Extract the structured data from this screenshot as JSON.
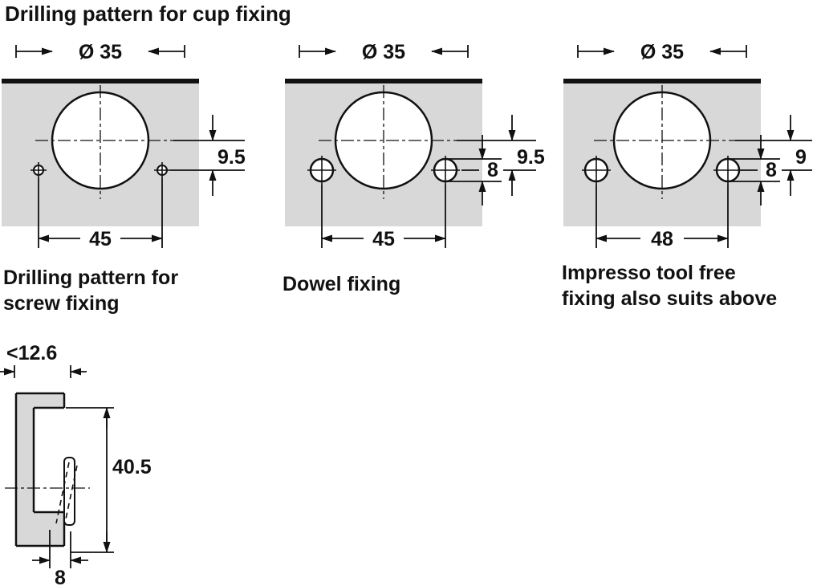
{
  "page": {
    "title": "Drilling pattern for cup fixing"
  },
  "diagrams": [
    {
      "id": "screw-fixing",
      "cup_diameter_label": "Ø 35",
      "spacing_label": "45",
      "offset_label": "9.5",
      "caption_line1": "Drilling pattern for",
      "caption_line2": "screw fixing"
    },
    {
      "id": "dowel-fixing",
      "cup_diameter_label": "Ø 35",
      "spacing_label": "45",
      "dowel_diameter_label": "8",
      "offset_label": "9.5",
      "caption_line1": "Dowel fixing",
      "caption_line2": ""
    },
    {
      "id": "impresso-fixing",
      "cup_diameter_label": "Ø 35",
      "spacing_label": "48",
      "dowel_diameter_label": "8",
      "offset_label": "9",
      "caption_line1": "Impresso tool free",
      "caption_line2": "fixing also suits above"
    }
  ],
  "side_view": {
    "max_thickness_label": "<12.6",
    "height_label": "40.5",
    "offset_label": "8"
  },
  "colors": {
    "panel_fill": "#d8d8d8",
    "line": "#111111",
    "background": "#ffffff"
  }
}
